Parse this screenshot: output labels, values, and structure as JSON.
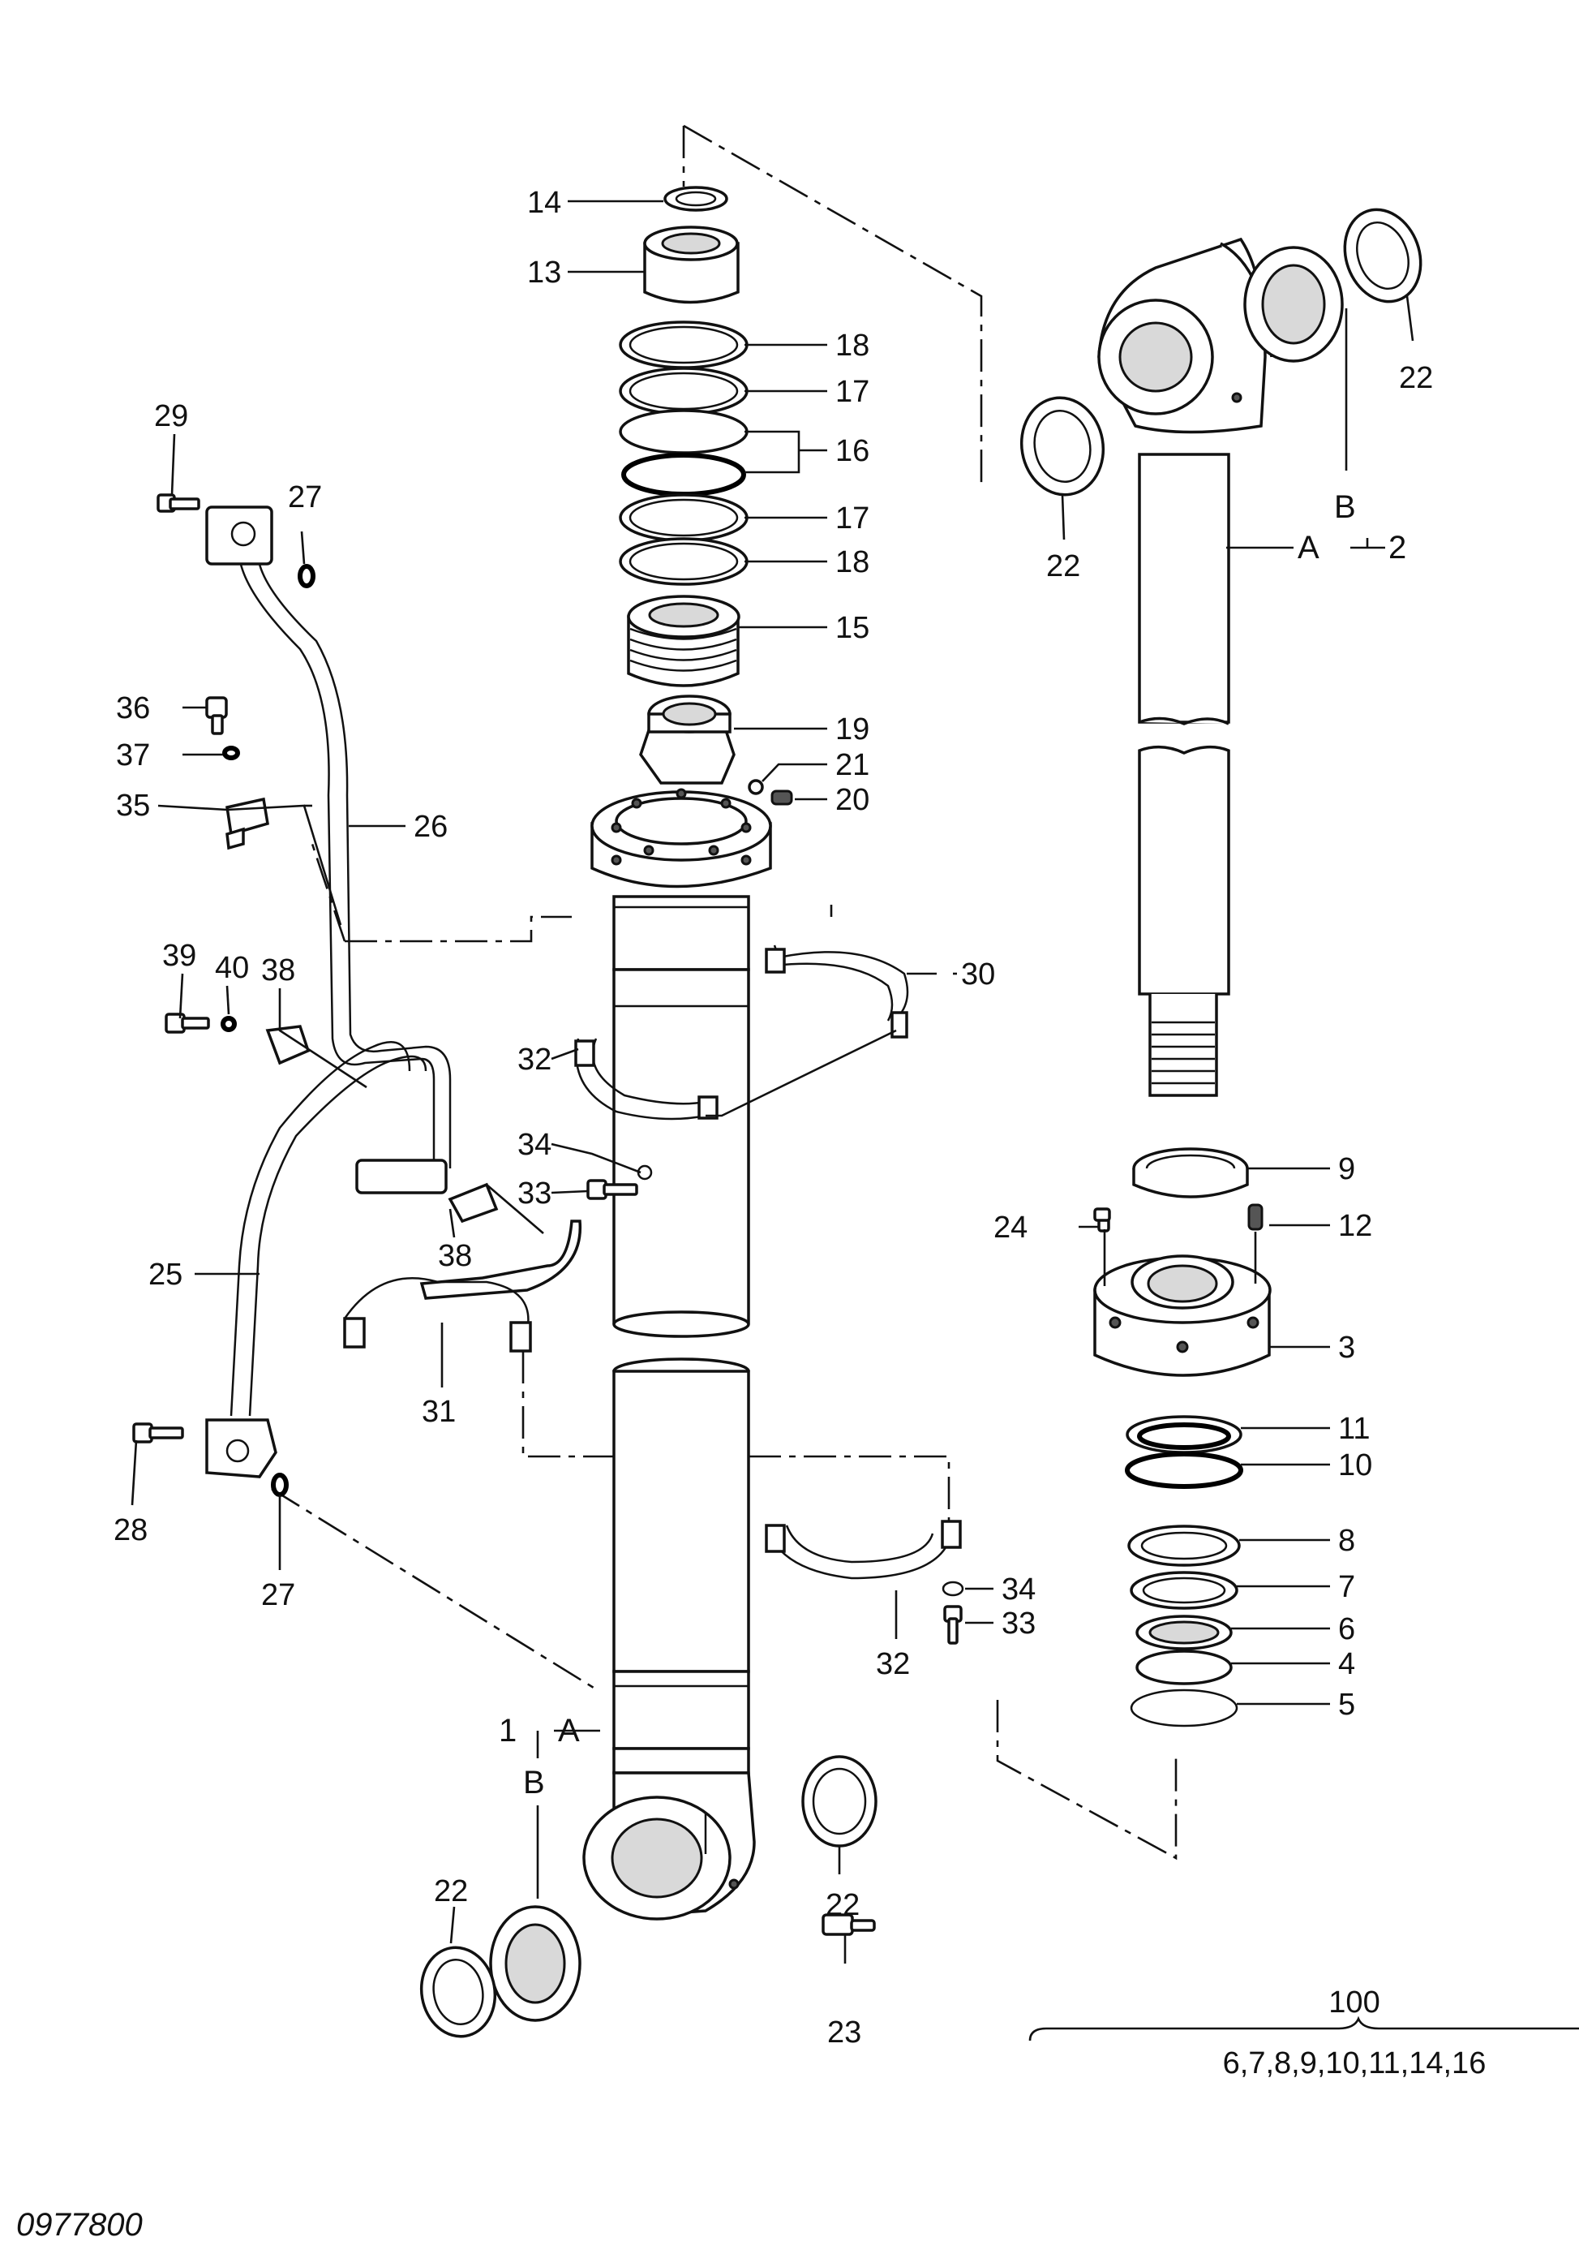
{
  "drawing_number": "0977800",
  "kit": {
    "number": "100",
    "contents": "6,7,8,9,10,11,14,16"
  },
  "subassembly_labels": {
    "rod": {
      "part": "2",
      "a": "A",
      "b": "B"
    },
    "tube": {
      "part": "1",
      "a": "A",
      "b": "B"
    }
  },
  "callouts": [
    "14",
    "13",
    "18",
    "17",
    "16",
    "17",
    "18",
    "15",
    "19",
    "21",
    "20",
    "22",
    "22",
    "22",
    "22",
    "29",
    "27",
    "36",
    "37",
    "35",
    "26",
    "39",
    "40",
    "38",
    "30",
    "32",
    "34",
    "33",
    "38",
    "25",
    "31",
    "28",
    "27",
    "32",
    "34",
    "33",
    "23",
    "9",
    "24",
    "12",
    "3",
    "11",
    "10",
    "8",
    "7",
    "6",
    "4",
    "5"
  ],
  "colors": {
    "line": "#111111",
    "background": "#ffffff"
  }
}
